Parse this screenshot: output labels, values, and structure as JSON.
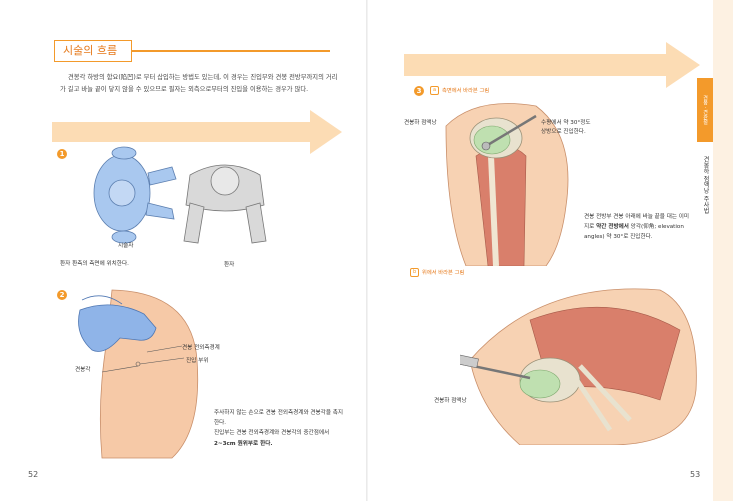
{
  "left_page": {
    "section_title": "시술의 흐름",
    "intro": "견봉각 하방의 함요(陷凹)로 부터 삽입하는 방법도 있는데, 이 경우는 진입부와 견봉 전방부까지의 거리가 길고 바늘 끝이 닿지 않을 수 있으므로 필자는 외측으로부터의 진입을 이용하는 경우가 많다.",
    "step1": {
      "num": "1",
      "label_doctor": "시술자",
      "label_patient": "환자",
      "caption": "환자 환측의 측면에 위치한다."
    },
    "step2": {
      "num": "2",
      "label_ac": "견봉 전외측경계",
      "label_entry": "진입 부위",
      "label_angle": "견봉각",
      "text1": "주사하지 않는 손으로 견봉 전외측경계와 견봉각을 촉지한다.",
      "text2a": "진입부는 견봉 전외측경계와 견봉각의 중간점에서 ",
      "text2b": "2~3cm 원위부로 한다."
    },
    "page_number": "52"
  },
  "right_page": {
    "step3": {
      "num": "3",
      "tag": "a",
      "view_a_title": "측면에서 바라본 그림",
      "label_bursa": "견봉하 점액낭",
      "label_needle1": "수평에서 약 30°정도",
      "label_needle2": "상방으로 진입한다.",
      "text_a": "견봉 전방부 견봉 아래에 바늘 끝을 대는 이미지로 ",
      "text_b": "약간 전방에서",
      "text_c": " 앙각(仰角; elevation angles) 약 30°로 진입한다.",
      "tag_b": "b",
      "view_b_title": "위에서 바라본 그림",
      "label_bursa_b": "견봉하 점액낭"
    },
    "tab_section": "견봉 · 견관절",
    "tab_title": "견봉하 점액낭 주사법",
    "page_number": "53"
  },
  "colors": {
    "accent": "#f39a2b",
    "arrow": "#fbd6a7",
    "skin": "#f6c9a7",
    "glove": "#8fb4e8"
  }
}
